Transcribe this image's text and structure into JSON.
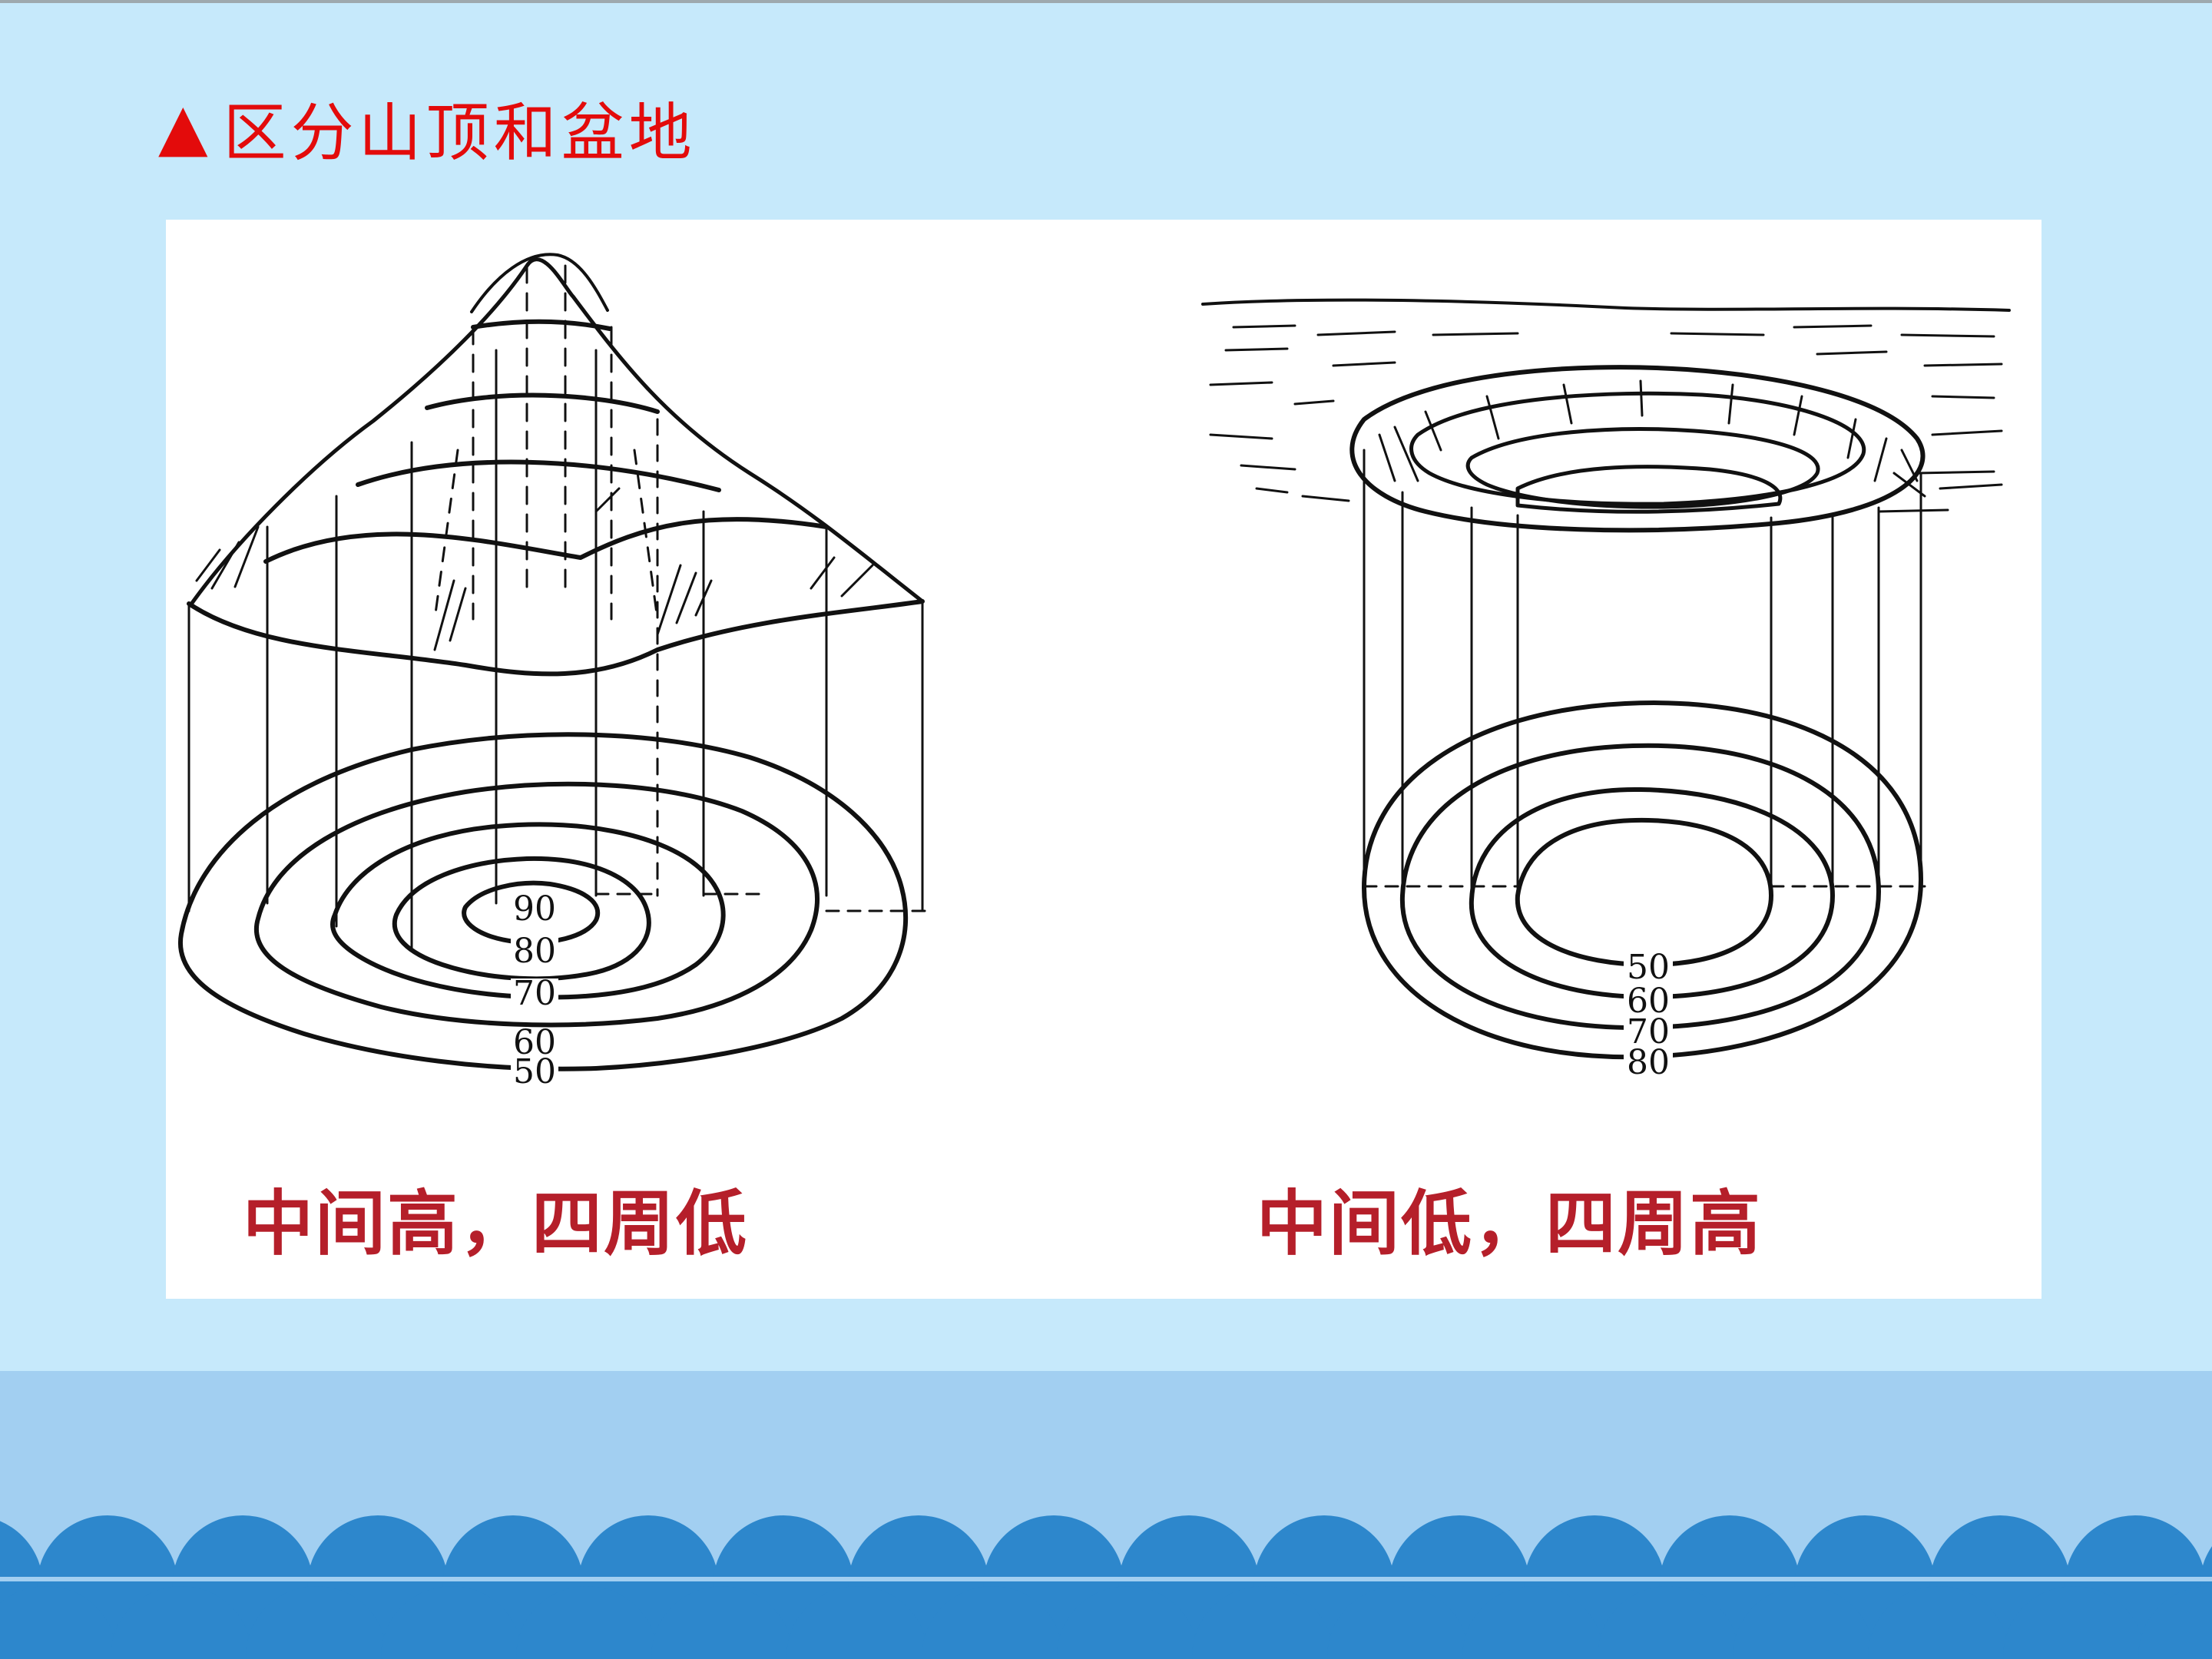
{
  "slide": {
    "title_marker": "▲",
    "title": "区分山顶和盆地"
  },
  "colors": {
    "background": "#c6e9fb",
    "title": "#e30b0b",
    "caption": "#b51f2a",
    "band": "#a2cff1",
    "wave": "#2d87cc"
  },
  "diagram": {
    "peak": {
      "caption": "中间高，四周低",
      "contour_labels": [
        "90",
        "80",
        "70",
        "60",
        "50"
      ]
    },
    "basin": {
      "caption": "中间低，四周高",
      "contour_labels": [
        "50",
        "60",
        "70",
        "80"
      ]
    }
  }
}
